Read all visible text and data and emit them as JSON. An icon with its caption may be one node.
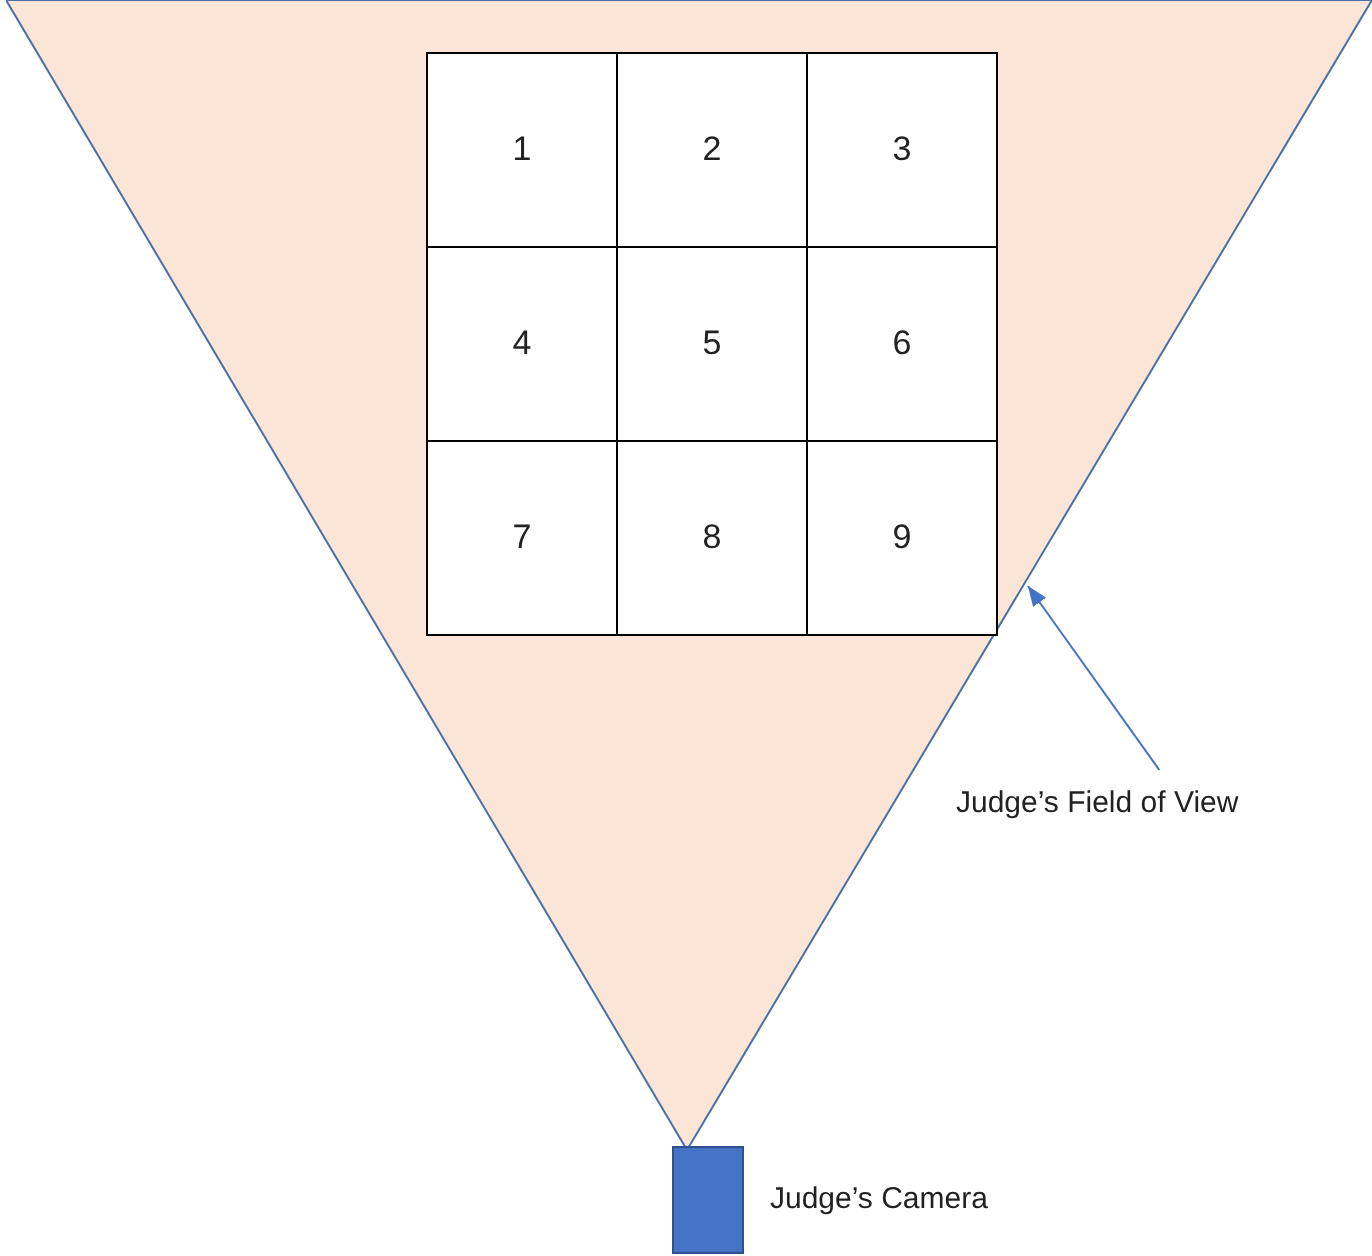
{
  "diagram": {
    "nodes": [
      {
        "text": [],
        "shape": "triangle"
      },
      {
        "text": [
          "1"
        ],
        "in": 0
      },
      {
        "text": [
          "2"
        ],
        "in": 0
      },
      {
        "text": [
          "3"
        ],
        "in": 0
      },
      {
        "text": [
          "4"
        ],
        "in": 0
      },
      {
        "text": [
          "5"
        ],
        "in": 0
      },
      {
        "text": [
          "6"
        ],
        "in": 0
      },
      {
        "text": [
          "7"
        ],
        "in": 0
      },
      {
        "text": [
          "8"
        ],
        "in": 0
      },
      {
        "text": [
          "9"
        ],
        "in": 0
      },
      {
        "text": [
          "Judge’s Field of View"
        ]
      },
      {
        "text": [],
        "shape": "box",
        "beside": [
          "Judge’s Camera"
        ]
      }
    ],
    "edges": [
      {
        "from": 10,
        "to": 0,
        "arrow": "to"
      }
    ]
  }
}
